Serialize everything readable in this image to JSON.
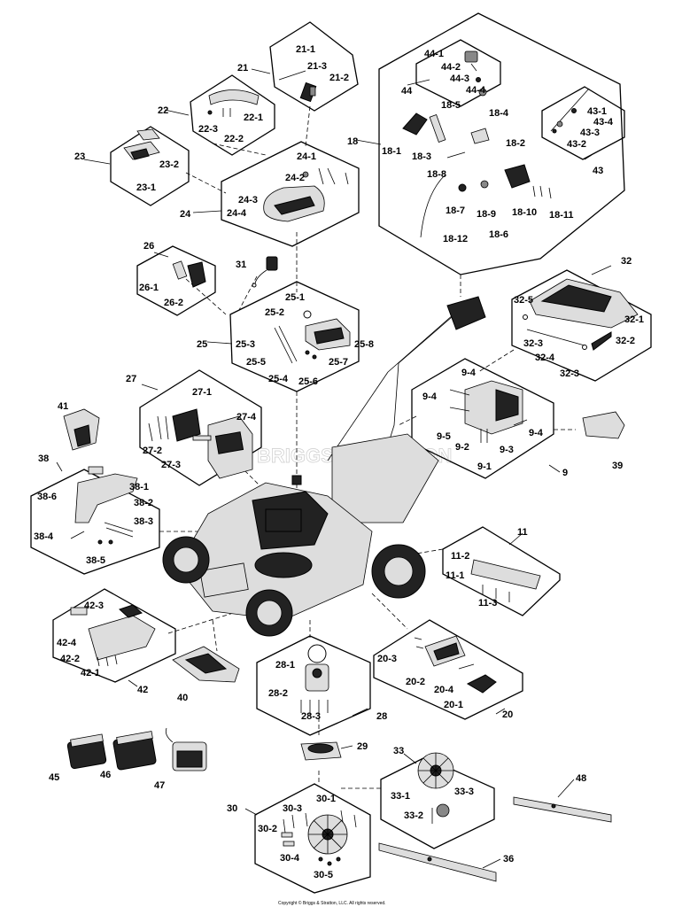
{
  "watermark": "BRIGGS&STRATTON",
  "copyright": "Copyright © Briggs & Stratton, LLC. All rights reserved.",
  "labels": {
    "l21": "21",
    "l21_1": "21-1",
    "l21_2": "21-2",
    "l21_3": "21-3",
    "l22": "22",
    "l22_1": "22-1",
    "l22_2": "22-2",
    "l22_3": "22-3",
    "l23": "23",
    "l23_1": "23-1",
    "l23_2": "23-2",
    "l24": "24",
    "l24_1": "24-1",
    "l24_2": "24-2",
    "l24_3": "24-3",
    "l24_4": "24-4",
    "l26": "26",
    "l26_1": "26-1",
    "l26_2": "26-2",
    "l31": "31",
    "l25": "25",
    "l25_1": "25-1",
    "l25_2": "25-2",
    "l25_3": "25-3",
    "l25_4": "25-4",
    "l25_5": "25-5",
    "l25_6": "25-6",
    "l25_7": "25-7",
    "l25_8": "25-8",
    "l18": "18",
    "l18_1": "18-1",
    "l18_2": "18-2",
    "l18_3": "18-3",
    "l18_4": "18-4",
    "l18_5": "18-5",
    "l18_6": "18-6",
    "l18_7": "18-7",
    "l18_8": "18-8",
    "l18_9": "18-9",
    "l18_10": "18-10",
    "l18_11": "18-11",
    "l18_12": "18-12",
    "l44": "44",
    "l44_1": "44-1",
    "l44_2": "44-2",
    "l44_3": "44-3",
    "l44_4": "44-4",
    "l43": "43",
    "l43_1": "43-1",
    "l43_2": "43-2",
    "l43_3": "43-3",
    "l43_4": "43-4",
    "l32": "32",
    "l32_1": "32-1",
    "l32_2": "32-2",
    "l32_3a": "32-3",
    "l32_3b": "32-3",
    "l32_4": "32-4",
    "l32_5": "32-5",
    "l9": "9",
    "l9_1": "9-1",
    "l9_2": "9-2",
    "l9_3": "9-3",
    "l9_4a": "9-4",
    "l9_4b": "9-4",
    "l9_4c": "9-4",
    "l9_5": "9-5",
    "l39": "39",
    "l27": "27",
    "l27_1": "27-1",
    "l27_2": "27-2",
    "l27_3": "27-3",
    "l27_4": "27-4",
    "l41": "41",
    "l38": "38",
    "l38_1": "38-1",
    "l38_2": "38-2",
    "l38_3": "38-3",
    "l38_4": "38-4",
    "l38_5": "38-5",
    "l38_6": "38-6",
    "l11": "11",
    "l11_1": "11-1",
    "l11_2": "11-2",
    "l11_3": "11-3",
    "l42": "42",
    "l42_1": "42-1",
    "l42_2": "42-2",
    "l42_3": "42-3",
    "l42_4": "42-4",
    "l40": "40",
    "l28": "28",
    "l28_1": "28-1",
    "l28_2": "28-2",
    "l28_3": "28-3",
    "l20": "20",
    "l20_1": "20-1",
    "l20_2": "20-2",
    "l20_3": "20-3",
    "l20_4": "20-4",
    "l29": "29",
    "l45": "45",
    "l46": "46",
    "l47": "47",
    "l33": "33",
    "l33_1": "33-1",
    "l33_2": "33-2",
    "l33_3": "33-3",
    "l48": "48",
    "l30": "30",
    "l30_1": "30-1",
    "l30_2": "30-2",
    "l30_3": "30-3",
    "l30_4": "30-4",
    "l30_5": "30-5",
    "l36": "36"
  }
}
